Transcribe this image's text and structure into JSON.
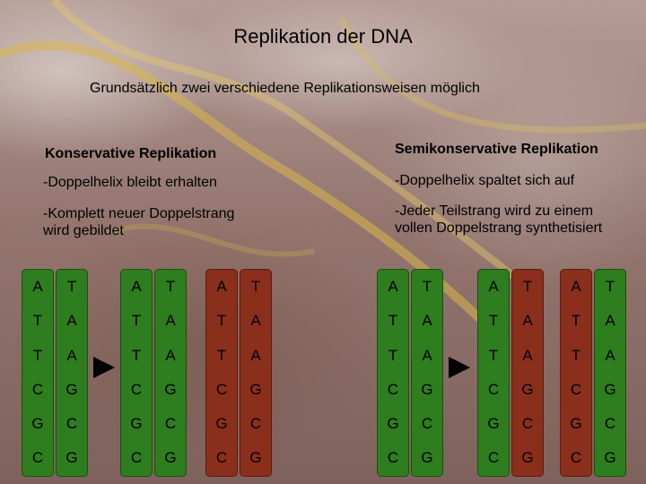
{
  "title": "Replikation der DNA",
  "subtitle": "Grundsätzlich zwei verschiedene Replikationsweisen möglich",
  "left": {
    "heading": "Konservative Replikation",
    "point1": "-Doppelhelix bleibt erhalten",
    "point2_line1": "-Komplett neuer Doppelstrang",
    "point2_line2": "wird gebildet"
  },
  "right": {
    "heading": "Semikonservative Replikation",
    "point1": "-Doppelhelix spaltet sich auf",
    "point2_line1": "-Jeder Teilstrang wird zu einem",
    "point2_line2": "vollen Doppelstrang synthetisiert"
  },
  "strands": {
    "s1": [
      "A",
      "T",
      "T",
      "C",
      "G",
      "C"
    ],
    "s2": [
      "T",
      "A",
      "A",
      "G",
      "C",
      "G"
    ]
  },
  "colors": {
    "new_strand": "#2e7d1e",
    "old_strand": "#8a2f1c"
  },
  "icons": {
    "arrow": "right-triangle-arrow"
  }
}
